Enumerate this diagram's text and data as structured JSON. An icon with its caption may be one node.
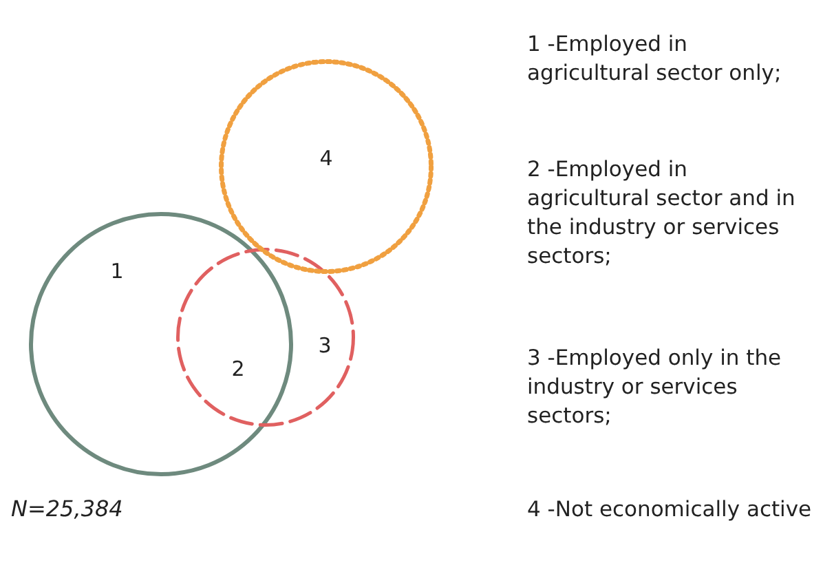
{
  "diagram": {
    "nodes": [
      {
        "text": [
          "1"
        ]
      },
      {
        "text": [
          "2",
          "3"
        ]
      },
      {
        "text": [
          "4"
        ]
      }
    ],
    "labels": [
      "N=25,384",
      "1 -Employed in agricultural sector only;",
      "2 -Employed in agricultural sector and in the industry or services sectors;",
      "3 -Employed only in the industry or services sectors;",
      "4 -Not economically active"
    ]
  }
}
